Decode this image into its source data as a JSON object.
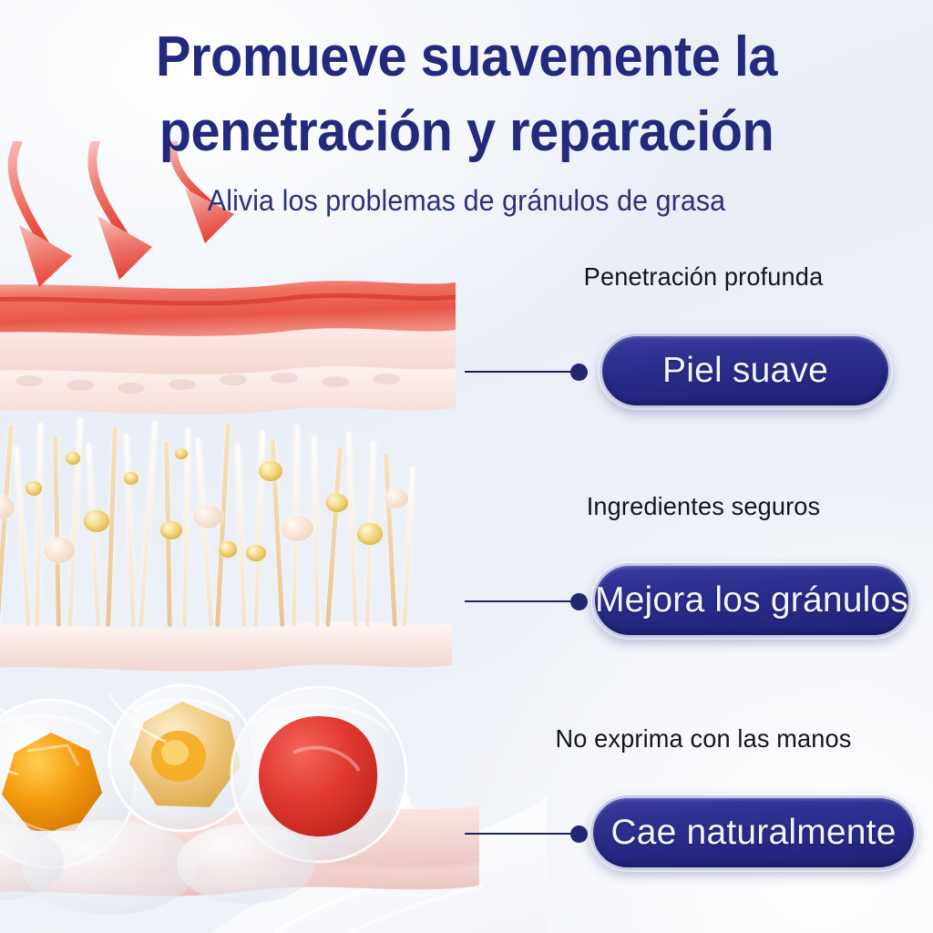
{
  "background": {
    "base_color": "#eef1f7",
    "accent_navy": "#262a86",
    "accent_red": "#e8483c"
  },
  "header": {
    "headline_line1": "Promueve suavemente la",
    "headline_line2": "penetración y reparación",
    "headline_color": "#232a7d",
    "subheadline": "Alivia los problemas de gránulos de grasa",
    "subheadline_color": "#2b3277"
  },
  "illustration": {
    "name": "skin-cross-section-model",
    "arrows": [
      {
        "name": "penetration-arrow-1"
      },
      {
        "name": "penetration-arrow-2"
      },
      {
        "name": "penetration-arrow-3"
      }
    ],
    "layers": [
      {
        "name": "epidermis-layer",
        "color": "#e8564a"
      },
      {
        "name": "dermis-fiber-layer",
        "color": "#f6e3cb"
      },
      {
        "name": "hypodermis-layer",
        "color": "#f7e8e6"
      },
      {
        "name": "base-slab-layer",
        "color": "#f3d9d8"
      }
    ],
    "cells": [
      {
        "name": "sebum-cell-orange",
        "core_color": "#f59a12"
      },
      {
        "name": "sebum-cell-amber",
        "core_color": "#f0c069"
      },
      {
        "name": "sebum-cell-red",
        "core_color": "#e03a33"
      }
    ]
  },
  "callouts": [
    {
      "id": "deep-penetration",
      "caption": "Penetración profunda",
      "pill_label": "Piel suave"
    },
    {
      "id": "safe-ingredients",
      "caption": "Ingredientes seguros",
      "pill_label": "Mejora los gránulos"
    },
    {
      "id": "no-squeezing",
      "caption": "No exprima con las manos",
      "pill_label": "Cae naturalmente"
    }
  ]
}
